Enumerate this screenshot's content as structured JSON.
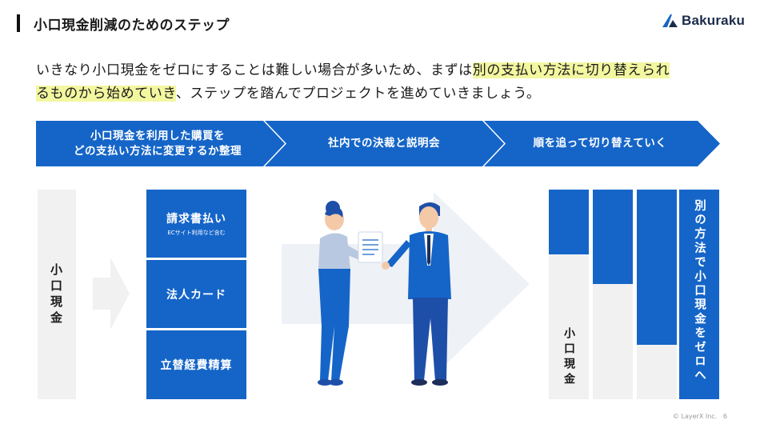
{
  "header": {
    "title": "小口現金削減のためのステップ",
    "logo_text": "Bakuraku"
  },
  "intro": {
    "part1": "いきなり小口現金をゼロにすることは難しい場合が多いため、まずは",
    "highlight1": "別の支払い方法に切り替えられ",
    "highlight2": "るものから始めていき",
    "part2": "、ステップを踏んでプロジェクトを進めていきましょう。"
  },
  "steps": [
    {
      "line1": "小口現金を利用した購買を",
      "line2": "どの支払い方法に変更するか整理"
    },
    {
      "line1": "社内での決裁と説明会",
      "line2": ""
    },
    {
      "line1": "順を追って切り替えていく",
      "line2": ""
    }
  ],
  "left_label": "小口現金",
  "methods": [
    {
      "name": "請求書払い",
      "note": "ECサイト利用など含む"
    },
    {
      "name": "法人カード",
      "note": ""
    },
    {
      "name": "立替経費精算",
      "note": ""
    }
  ],
  "columns": [
    {
      "blue_fraction": 0.31
    },
    {
      "blue_fraction": 0.45
    },
    {
      "blue_fraction": 0.74
    }
  ],
  "right_label": "小口現金",
  "zero_label": "別の方法で小口現金をゼロへ",
  "footer": {
    "copyright": "© LayerX Inc.",
    "page": "6"
  },
  "colors": {
    "primary_blue": "#1565c8",
    "highlight_yellow": "#f2f7a0",
    "light_gray": "#f1f1f2"
  }
}
